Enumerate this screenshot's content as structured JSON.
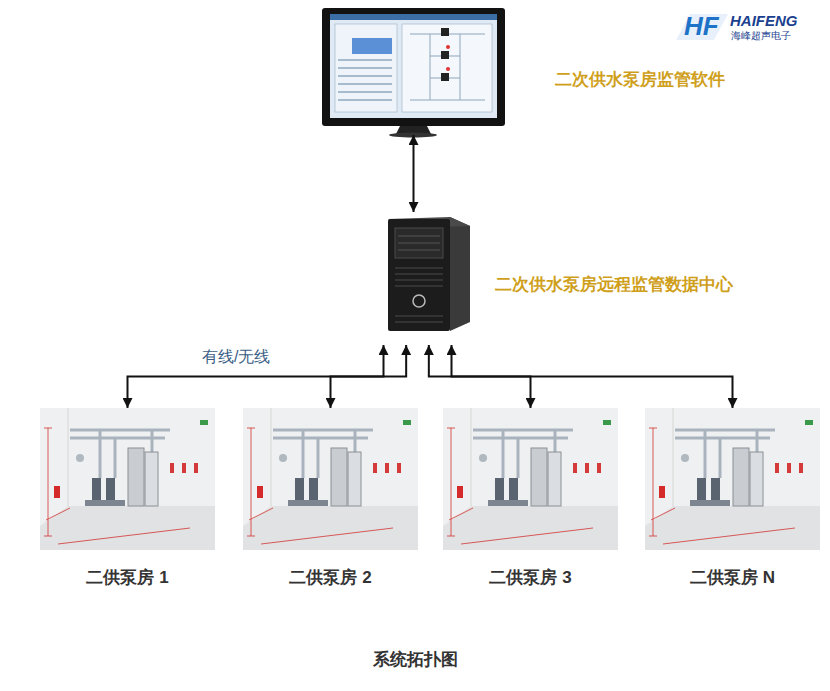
{
  "diagram": {
    "caption": "系统拓扑图",
    "nodes": [
      {
        "text": [
          "二次供水泵房监管软件"
        ]
      },
      {
        "text": [
          "二次供水泵房远程监管数据中心"
        ]
      },
      {
        "text": [
          "二供泵房 1"
        ]
      },
      {
        "text": [
          "二供泵房 2"
        ]
      },
      {
        "text": [
          "二供泵房 3"
        ]
      },
      {
        "text": [
          "二供泵房 N"
        ]
      }
    ],
    "edges": [
      {
        "from": 0,
        "to": 1,
        "arrow": "both"
      },
      {
        "from": 1,
        "to": 2,
        "arrow": "both",
        "label": "有线/无线"
      },
      {
        "from": 1,
        "to": 3,
        "arrow": "both"
      },
      {
        "from": 1,
        "to": 4,
        "arrow": "both"
      },
      {
        "from": 1,
        "to": 5,
        "arrow": "both"
      }
    ],
    "labels": [
      "HF",
      "HAIFENG",
      "海峰超声电子"
    ]
  }
}
